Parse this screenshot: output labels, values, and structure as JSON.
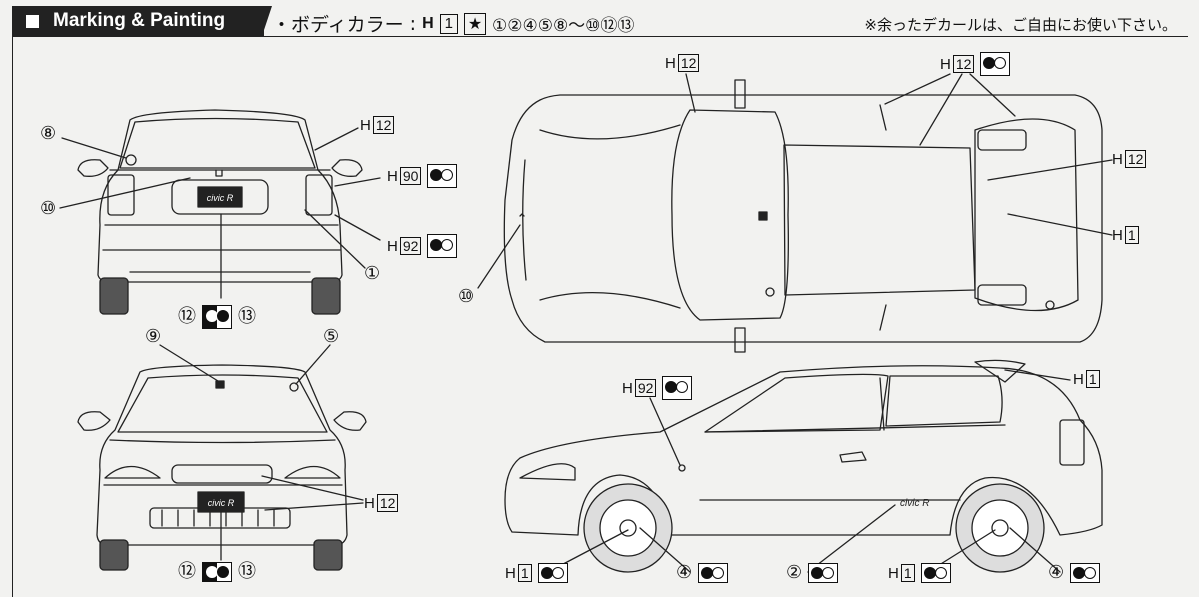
{
  "header": {
    "title": "Marking & Painting",
    "body_color_label": "・ボディカラー",
    "body_color_sep": ":",
    "body_code_letter": "H",
    "body_code_number": "1",
    "star_symbol": "★",
    "star_parts": "①②④⑤⑧〜⑩⑫⑬",
    "note": "※余ったデカールは、ご自由にお使い下さい。"
  },
  "callouts": {
    "rear_8": "⑧",
    "rear_10": "⑩",
    "rear_h12": "12",
    "rear_h90": "90",
    "rear_h92": "92",
    "rear_1": "①",
    "rear_12": "⑫",
    "rear_13": "⑬",
    "front_9": "⑨",
    "front_5": "⑤",
    "front_h12": "12",
    "front_12": "⑫",
    "front_13": "⑬",
    "top_h12a": "12",
    "top_h12b": "12",
    "top_h12c": "12",
    "top_h1": "1",
    "top_10": "⑩",
    "side_h92": "92",
    "side_h1": "1",
    "bottom_h1a": "1",
    "bottom_4a": "④",
    "bottom_2": "②",
    "bottom_h1b": "1",
    "bottom_4b": "④",
    "h_letter": "H"
  }
}
